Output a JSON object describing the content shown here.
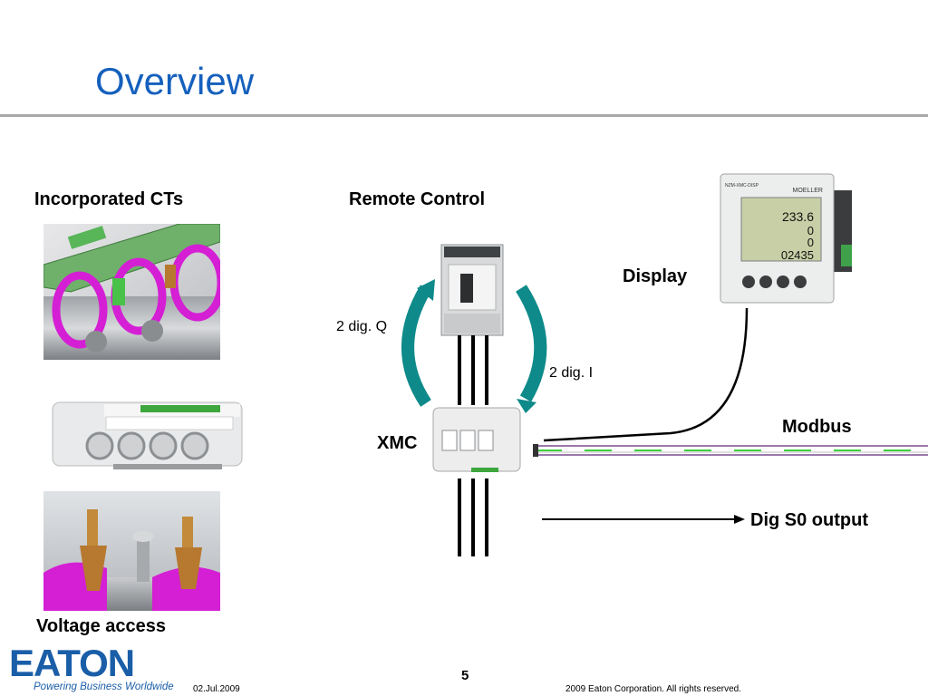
{
  "slide": {
    "title": "Overview",
    "page_number": "5",
    "date": "02.Jul.2009",
    "copyright": "2009 Eaton Corporation. All rights reserved."
  },
  "labels": {
    "incorporated_cts": "Incorporated CTs",
    "remote_control": "Remote Control",
    "display": "Display",
    "dig_q": "2 dig. Q",
    "dig_i": "2 dig. I",
    "xmc": "XMC",
    "modbus": "Modbus",
    "dig_s0": "Dig S0 output",
    "voltage_access": "Voltage access"
  },
  "logo": {
    "brand": "EATON",
    "tagline": "Powering Business Worldwide"
  },
  "display_readout": {
    "line1": "233.6",
    "line2": "0",
    "line3": "0",
    "line4": "02435",
    "brand": "MOELLER",
    "model": "NZM-XMC-DISP"
  },
  "colors": {
    "title_blue": "#1560bd",
    "brand_blue": "#1a5ea8",
    "arrow_teal": "#0e8a8a",
    "ct_magenta": "#d41fd4",
    "modbus_green": "#3fcf3f"
  },
  "icons": [
    "eaton-logo-icon"
  ]
}
